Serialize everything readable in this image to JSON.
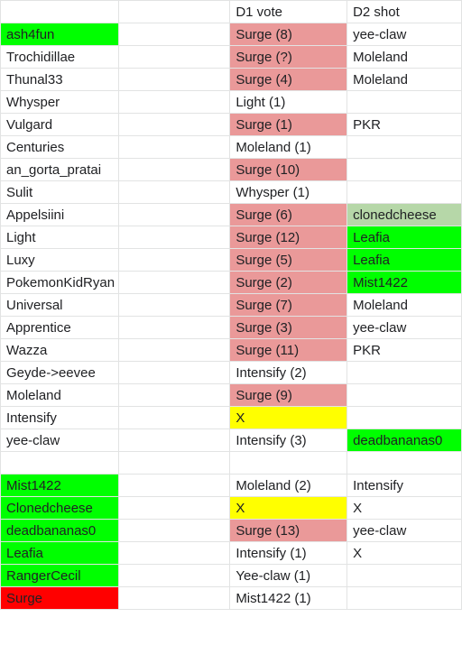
{
  "colors": {
    "green": "#00ff00",
    "salmon": "#ea9999",
    "yellow": "#ffff00",
    "light_green": "#b6d7a8",
    "red": "#ff0000"
  },
  "headers": [
    "",
    "",
    "D1 vote",
    "D2 shot"
  ],
  "rows": [
    {
      "name": "ash4fun",
      "name_bg": "green",
      "d1": "Surge (8)",
      "d1_bg": "salmon",
      "d2": "yee-claw",
      "d2_bg": ""
    },
    {
      "name": "Trochidillae",
      "name_bg": "",
      "d1": "Surge (?)",
      "d1_bg": "salmon",
      "d2": "Moleland",
      "d2_bg": ""
    },
    {
      "name": "Thunal33",
      "name_bg": "",
      "d1": "Surge (4)",
      "d1_bg": "salmon",
      "d2": "Moleland",
      "d2_bg": ""
    },
    {
      "name": "Whysper",
      "name_bg": "",
      "d1": "Light (1)",
      "d1_bg": "",
      "d2": "",
      "d2_bg": ""
    },
    {
      "name": "Vulgard",
      "name_bg": "",
      "d1": "Surge (1)",
      "d1_bg": "salmon",
      "d2": "PKR",
      "d2_bg": ""
    },
    {
      "name": "Centuries",
      "name_bg": "",
      "d1": "Moleland (1)",
      "d1_bg": "",
      "d2": "",
      "d2_bg": ""
    },
    {
      "name": "an_gorta_pratai",
      "name_bg": "",
      "d1": "Surge (10)",
      "d1_bg": "salmon",
      "d2": "",
      "d2_bg": ""
    },
    {
      "name": "Sulit",
      "name_bg": "",
      "d1": "Whysper (1)",
      "d1_bg": "",
      "d2": "",
      "d2_bg": ""
    },
    {
      "name": "Appelsiini",
      "name_bg": "",
      "d1": "Surge (6)",
      "d1_bg": "salmon",
      "d2": "clonedcheese",
      "d2_bg": "light_green"
    },
    {
      "name": "Light",
      "name_bg": "",
      "d1": "Surge (12)",
      "d1_bg": "salmon",
      "d2": "Leafia",
      "d2_bg": "green"
    },
    {
      "name": "Luxy",
      "name_bg": "",
      "d1": "Surge (5)",
      "d1_bg": "salmon",
      "d2": "Leafia",
      "d2_bg": "green"
    },
    {
      "name": "PokemonKidRyan",
      "name_bg": "",
      "d1": "Surge (2)",
      "d1_bg": "salmon",
      "d2": "Mist1422",
      "d2_bg": "green"
    },
    {
      "name": "Universal",
      "name_bg": "",
      "d1": "Surge (7)",
      "d1_bg": "salmon",
      "d2": "Moleland",
      "d2_bg": ""
    },
    {
      "name": "Apprentice",
      "name_bg": "",
      "d1": "Surge (3)",
      "d1_bg": "salmon",
      "d2": "yee-claw",
      "d2_bg": ""
    },
    {
      "name": "Wazza",
      "name_bg": "",
      "d1": "Surge (11)",
      "d1_bg": "salmon",
      "d2": "PKR",
      "d2_bg": ""
    },
    {
      "name": "Geyde->eevee",
      "name_bg": "",
      "d1": "Intensify (2)",
      "d1_bg": "",
      "d2": "",
      "d2_bg": ""
    },
    {
      "name": "Moleland",
      "name_bg": "",
      "d1": "Surge (9)",
      "d1_bg": "salmon",
      "d2": "",
      "d2_bg": ""
    },
    {
      "name": "Intensify",
      "name_bg": "",
      "d1": "X",
      "d1_bg": "yellow",
      "d2": "",
      "d2_bg": ""
    },
    {
      "name": "yee-claw",
      "name_bg": "",
      "d1": "Intensify (3)",
      "d1_bg": "",
      "d2": "deadbananas0",
      "d2_bg": "green"
    },
    {
      "name": "",
      "name_bg": "",
      "d1": "",
      "d1_bg": "",
      "d2": "",
      "d2_bg": ""
    },
    {
      "name": "Mist1422",
      "name_bg": "green",
      "d1": "Moleland (2)",
      "d1_bg": "",
      "d2": "Intensify",
      "d2_bg": ""
    },
    {
      "name": "Clonedcheese",
      "name_bg": "green",
      "d1": "X",
      "d1_bg": "yellow",
      "d2": "X",
      "d2_bg": ""
    },
    {
      "name": "deadbananas0",
      "name_bg": "green",
      "d1": "Surge (13)",
      "d1_bg": "salmon",
      "d2": "yee-claw",
      "d2_bg": ""
    },
    {
      "name": "Leafia",
      "name_bg": "green",
      "d1": "Intensify (1)",
      "d1_bg": "",
      "d2": "X",
      "d2_bg": ""
    },
    {
      "name": "RangerCecil",
      "name_bg": "green",
      "d1": "Yee-claw (1)",
      "d1_bg": "",
      "d2": "",
      "d2_bg": ""
    },
    {
      "name": "Surge",
      "name_bg": "red",
      "d1": "Mist1422 (1)",
      "d1_bg": "",
      "d2": "",
      "d2_bg": ""
    }
  ]
}
